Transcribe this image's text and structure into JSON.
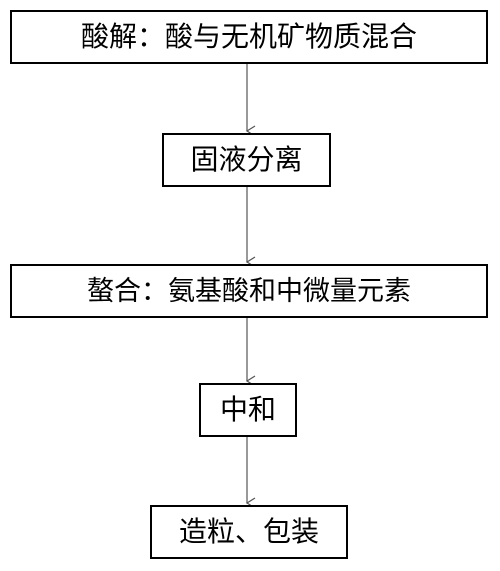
{
  "flowchart": {
    "steps": [
      {
        "label": "酸解：酸与无机矿物质混合"
      },
      {
        "label": "固液分离"
      },
      {
        "label": "螯合：氨基酸和中微量元素"
      },
      {
        "label": "中和"
      },
      {
        "label": "造粒、包装"
      }
    ]
  },
  "style": {
    "line_color": "#555555",
    "box_border_color": "#000000",
    "background": "#ffffff"
  }
}
